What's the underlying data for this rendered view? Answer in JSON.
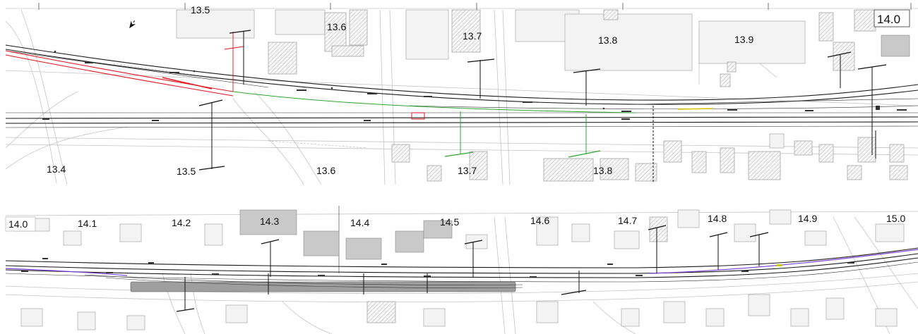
{
  "top_panel": {
    "km_labels": [
      "13.5",
      "13.6",
      "13.7",
      "13.8",
      "13.9",
      "14.0",
      "13.4",
      "13.5",
      "13.6",
      "13.7",
      "13.8"
    ]
  },
  "bottom_panel": {
    "km_labels": [
      "14.0",
      "14.1",
      "14.2",
      "14.3",
      "14.4",
      "14.5",
      "14.6",
      "14.7",
      "14.8",
      "14.9",
      "15.0"
    ]
  },
  "colors": {
    "track": "#1a1a1a",
    "red_line": "#e0141e",
    "green_line": "#2fa52f",
    "purple_line": "#7a3fd6",
    "yellow_mark": "#d8c400",
    "buildings": "#f3f3f3",
    "buildings_dark": "#c9c9c9"
  },
  "icons": {
    "north_arrow": "north-arrow-icon"
  }
}
